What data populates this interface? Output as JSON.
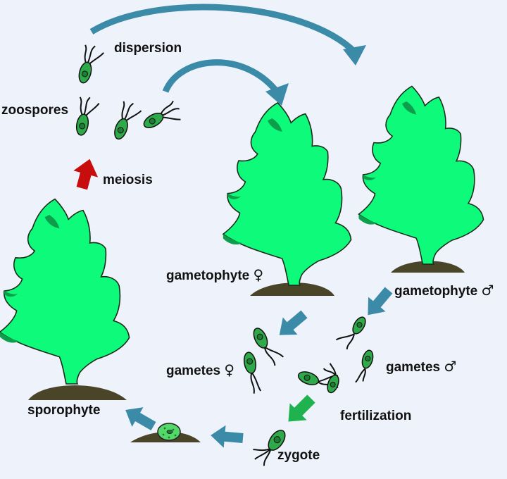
{
  "colors": {
    "background": "#eef3fb",
    "thallus": "#0dfa7a",
    "thallus_dark": "#0c9e4a",
    "cell": "#2faa4a",
    "nucleus": "#1c7d34",
    "ground": "#4a4428",
    "arrow_teal": "#3a8aa8",
    "arrow_red": "#c80d0d",
    "arrow_green": "#1fb350",
    "zygote_fill": "#55d86a"
  },
  "labels": {
    "dispersion": "dispersion",
    "zoospores": "zoospores",
    "meiosis": "meiosis",
    "gametophyte_female": "gametophyte",
    "gametophyte_male": "gametophyte",
    "gametes_female": "gametes",
    "gametes_male": "gametes",
    "fertilization": "fertilization",
    "zygote": "zygote",
    "sporophyte": "sporophyte"
  },
  "symbols": {
    "female": "♀",
    "male": "♂"
  }
}
